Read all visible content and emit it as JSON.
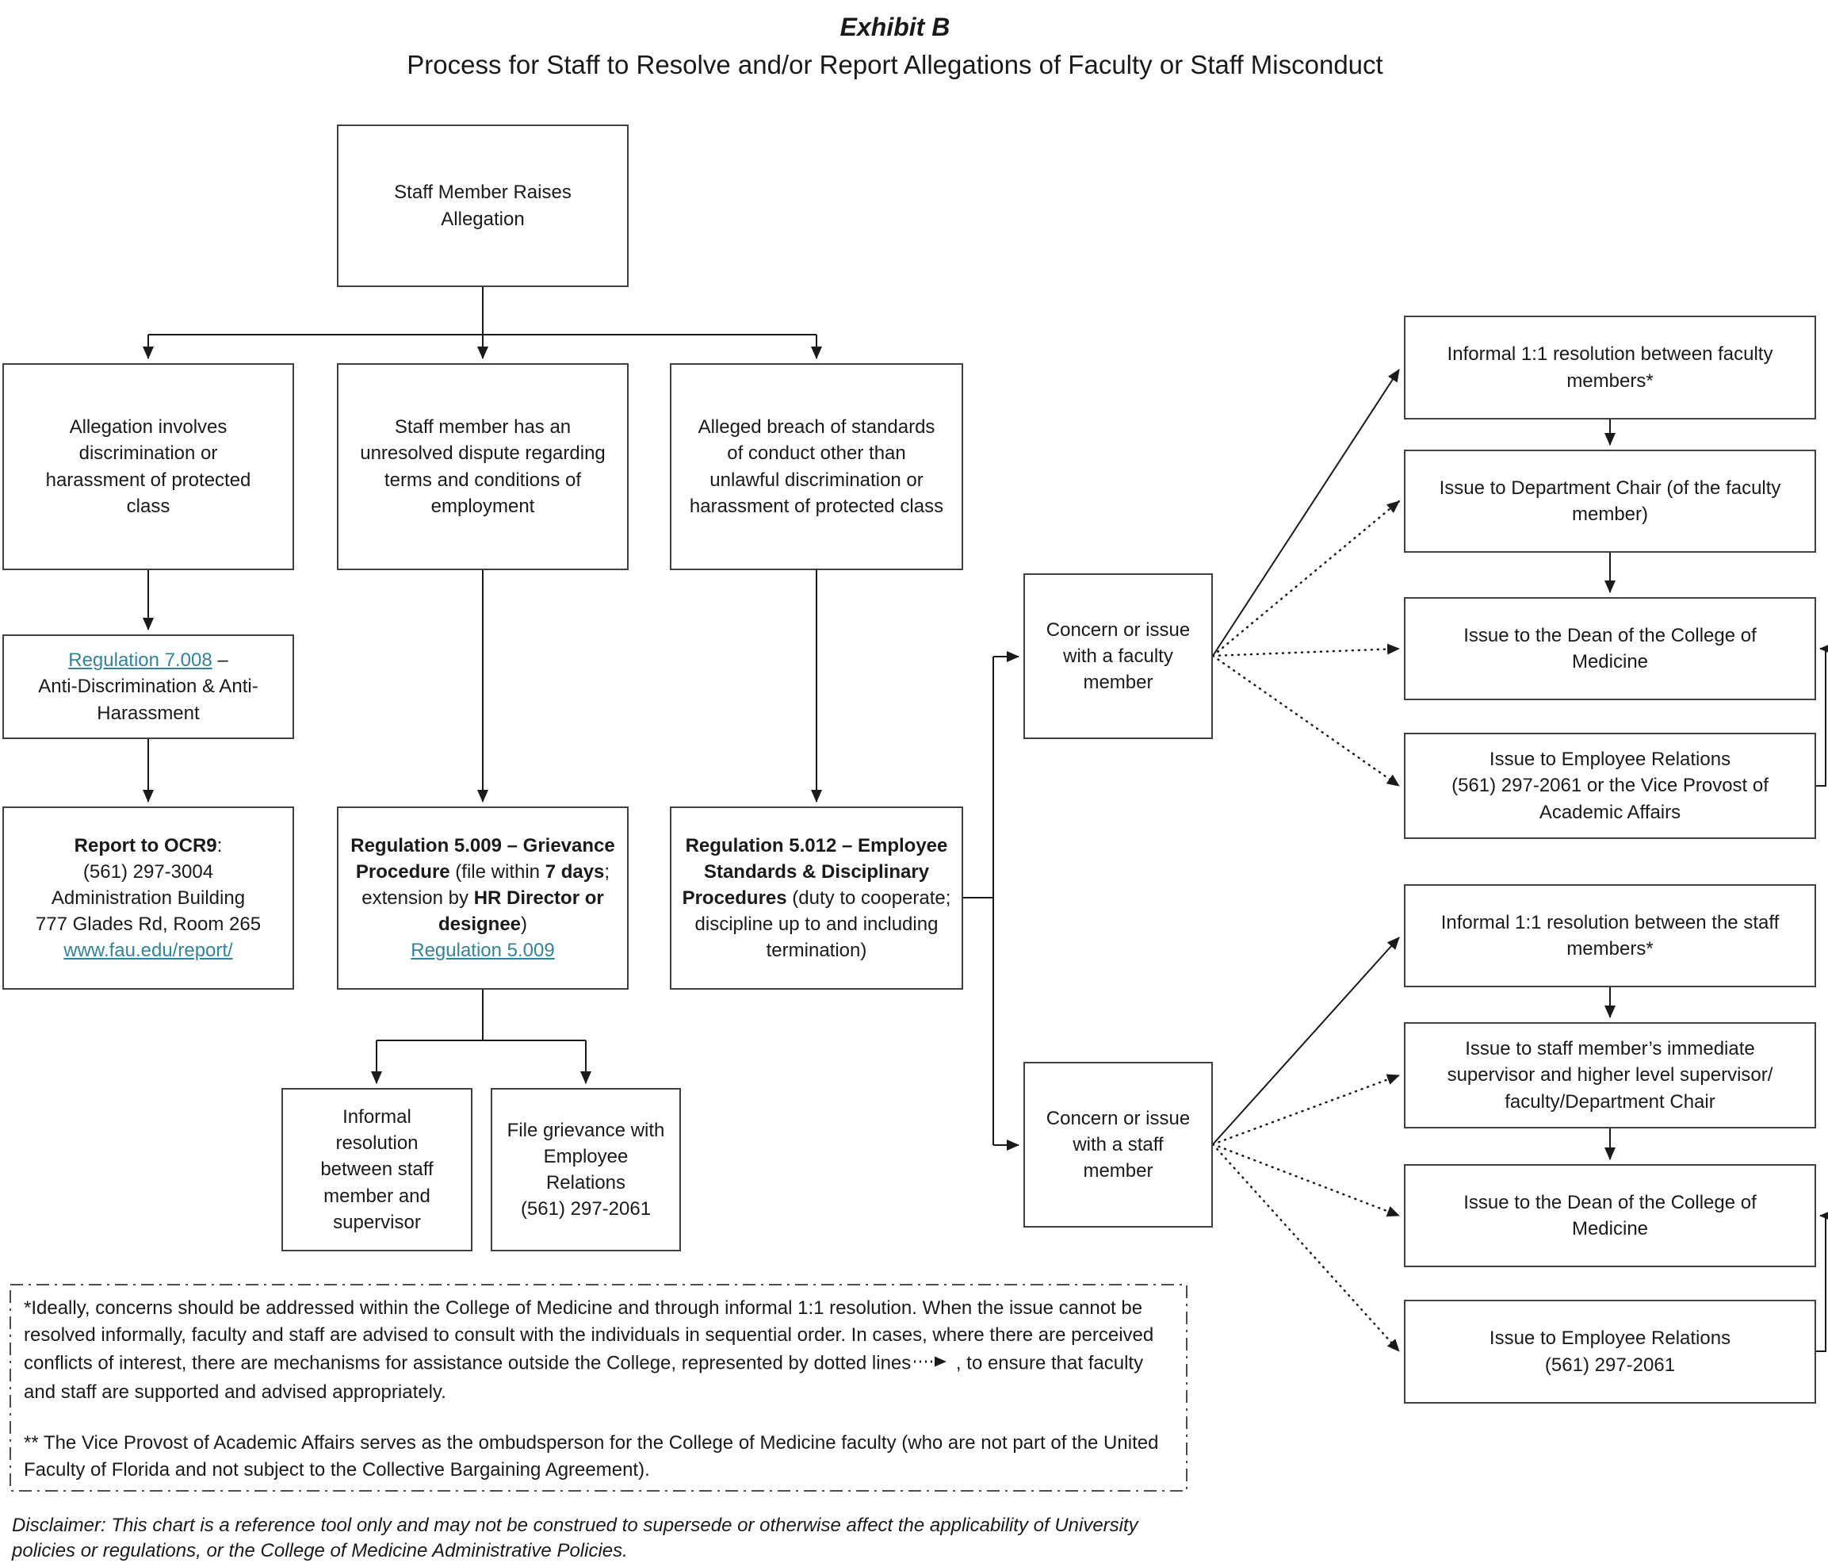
{
  "title": "Exhibit B",
  "subtitle": "Process for Staff to Resolve and/or Report Allegations of Faculty or Staff Misconduct",
  "colors": {
    "link": "#31849B",
    "line": "#1a1a1a",
    "border": "#404040"
  },
  "boxes": {
    "start": "Staff Member Raises\nAllegation",
    "branch_discrimination": "Allegation involves\ndiscrimination or\nharassment of protected\nclass",
    "branch_dispute": "Staff member has an\nunresolved dispute regarding\nterms and conditions of\nemployment",
    "branch_breach": "Alleged breach of standards\nof conduct other than\nunlawful discrimination or\nharassment of protected class",
    "reg7008": {
      "link": "Regulation 7.008",
      "after_link": " –",
      "line2": "Anti-Discrimination & Anti-\nHarassment"
    },
    "ocr9": {
      "heading_bold": "Report to OCR9",
      "heading_rest": ":",
      "phone": "(561) 297-3004",
      "building": "Administration Building",
      "address": "777 Glades Rd, Room 265",
      "link": "www.fau.edu/report/"
    },
    "reg5009": {
      "bold1": "Regulation 5.009 – Grievance Procedure",
      "normal1": " (file within ",
      "bold2": "7 days",
      "normal2": "; extension by ",
      "bold3": "HR Director or designee",
      "normal3": ")",
      "link": "Regulation 5.009"
    },
    "reg5012": {
      "bold1": "Regulation 5.012 – Employee Standards & Disciplinary Procedures",
      "normal1": " (duty to cooperate; discipline up to and including termination)"
    },
    "informal_resolution": "Informal\nresolution\nbetween staff\nmember and\nsupervisor",
    "file_grievance": "File grievance with\nEmployee\nRelations\n(561) 297-2061",
    "concern_faculty": "Concern or issue\nwith a faculty\nmember",
    "concern_staff": "Concern or issue\nwith a staff\nmember",
    "faculty_chain": [
      "Informal 1:1 resolution between faculty\nmembers*",
      "Issue to Department Chair (of the faculty\nmember)",
      "Issue to the Dean of the College of\nMedicine",
      "Issue to Employee Relations\n(561) 297-2061 or the Vice Provost of\nAcademic Affairs"
    ],
    "staff_chain": [
      "Informal 1:1 resolution between the staff\nmembers*",
      "Issue to staff member’s immediate\nsupervisor and higher level supervisor/\nfaculty/Department Chair",
      "Issue to the Dean of the College of\nMedicine",
      "Issue to Employee Relations\n(561) 297-2061"
    ]
  },
  "footnote": {
    "part1": "*Ideally, concerns should be addressed within the College of Medicine and through informal 1:1 resolution. When the issue cannot be resolved informally, faculty and staff are advised to consult with the individuals in sequential order. In cases, where there are perceived conflicts of interest, there are mechanisms for assistance outside the College, represented by dotted lines",
    "part2": " , to ensure that faculty and staff are supported and advised appropriately.",
    "part3": "** The Vice Provost of Academic Affairs serves as the ombudsperson for the College of Medicine faculty (who are not part of the United Faculty of Florida and not subject to the Collective Bargaining Agreement)."
  },
  "disclaimer": "Disclaimer: This chart is a reference tool only and may not be construed to supersede or otherwise affect the applicability of University policies or regulations, or the College of Medicine Administrative Policies."
}
